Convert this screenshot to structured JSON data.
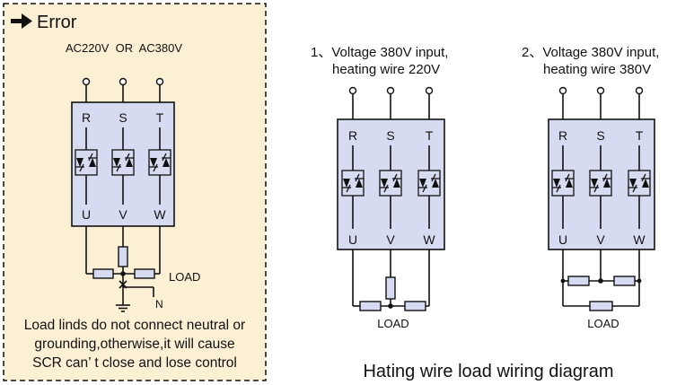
{
  "colors": {
    "error_panel_fill": "#fbf0d4",
    "module_fill": "#d7dbf1",
    "resistor_fill": "#d7dbf1",
    "line": "#111111"
  },
  "error_panel": {
    "arrow_icon": "right-arrow-icon",
    "title": "Error",
    "supply": "AC220V  OR  AC380V",
    "phases": [
      "R",
      "S",
      "T"
    ],
    "outputs": [
      "U",
      "V",
      "W"
    ],
    "load_label": "LOAD",
    "neutral_label": "N",
    "ground_icon": "ground-icon",
    "note_lines": [
      "Load linds do not connect neutral or",
      "grounding,otherwise,it will cause",
      "SCR can’ t close and lose control"
    ]
  },
  "diagram1": {
    "title_line1": "1、Voltage 380V input,",
    "title_line2": "heating wire 220V",
    "phases": [
      "R",
      "S",
      "T"
    ],
    "outputs": [
      "U",
      "V",
      "W"
    ],
    "load_label": "LOAD"
  },
  "diagram2": {
    "title_line1": "2、Voltage 380V input,",
    "title_line2": "heating wire 380V",
    "phases": [
      "R",
      "S",
      "T"
    ],
    "outputs": [
      "U",
      "V",
      "W"
    ],
    "load_label": "LOAD"
  },
  "caption": "Hating wire load wiring diagram"
}
